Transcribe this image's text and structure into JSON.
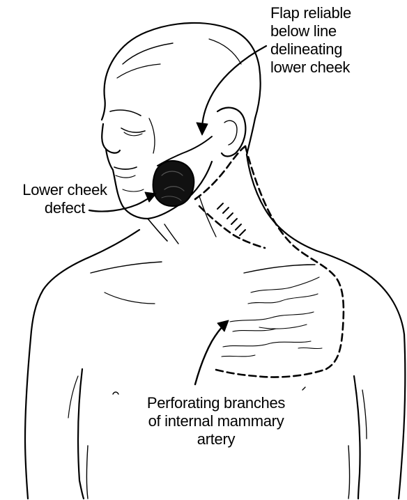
{
  "labels": {
    "flap": [
      "Flap reliable",
      "below line",
      "delineating",
      "lower cheek"
    ],
    "defect": [
      "Lower cheek",
      "defect"
    ],
    "perforating": [
      "Perforating branches",
      "of internal mammary",
      "artery"
    ]
  },
  "colors": {
    "ink": "#000000",
    "paper": "#ffffff"
  }
}
